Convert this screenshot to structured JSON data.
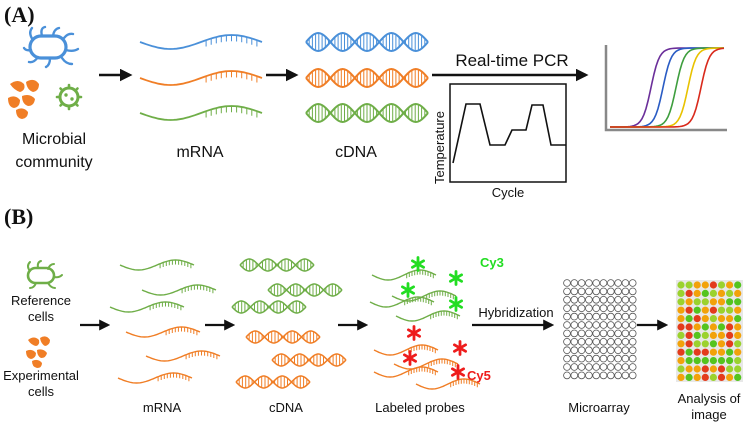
{
  "colors": {
    "blue": "#4a90d9",
    "orange": "#f07e26",
    "green": "#6fae48",
    "cy3": "#22dd22",
    "cy5": "#ee1c1c",
    "black": "#111111",
    "curves": [
      "#6b2f9a",
      "#2a5cc4",
      "#3e9e3e",
      "#e8c200",
      "#d92a1c"
    ],
    "micro_cells": [
      "#f2a20a",
      "#e33b1c",
      "#9bd22e",
      "#54c41e"
    ]
  },
  "panel_a": {
    "label": "(A)",
    "community_label_1": "Microbial",
    "community_label_2": "community",
    "mrna_label": "mRNA",
    "cdna_label": "cDNA",
    "pcr_label": "Real-time PCR",
    "temp_axis_label": "Temperature",
    "cycle_axis_label": "Cycle",
    "microbe_icons": [
      "rod-bacterium-icon",
      "cocci-cluster-icon",
      "virus-icon"
    ]
  },
  "panel_b": {
    "label": "(B)",
    "reference_label_1": "Reference",
    "reference_label_2": "cells",
    "experimental_label_1": "Experimental",
    "experimental_label_2": "cells",
    "mrna_label": "mRNA",
    "cdna_label": "cDNA",
    "probes_label": "Labeled probes",
    "hybridization_label": "Hybridization",
    "cy3_label": "Cy3",
    "cy5_label": "Cy5",
    "microarray_label": "Microarray",
    "analysis_label_1": "Analysis of",
    "analysis_label_2": "image",
    "microarray_grid": {
      "cols": 10,
      "rows": 12
    }
  }
}
